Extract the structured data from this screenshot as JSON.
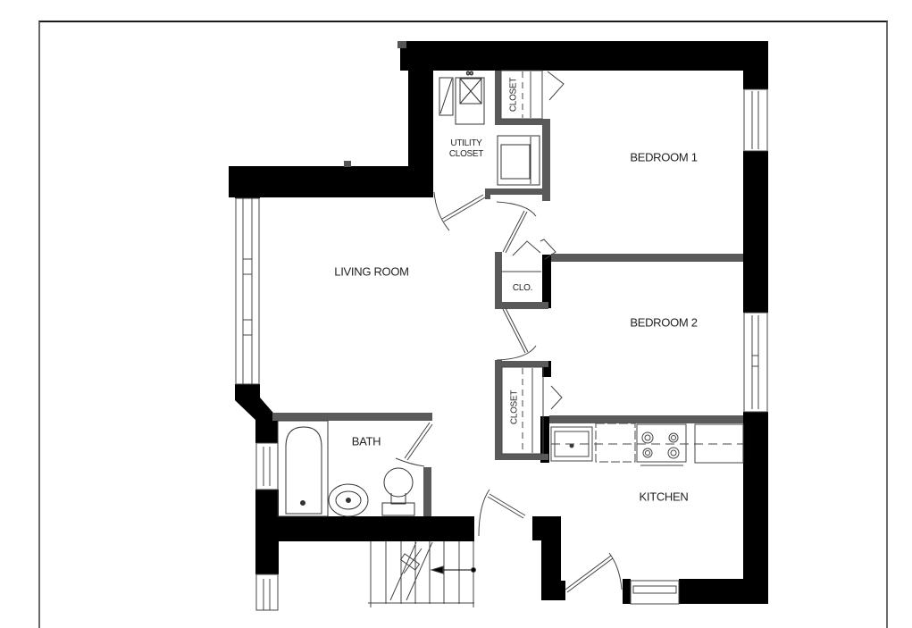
{
  "floor_plan": {
    "rooms": [
      {
        "id": "bedroom-1",
        "label": "BEDROOM 1"
      },
      {
        "id": "bedroom-2",
        "label": "BEDROOM 2"
      },
      {
        "id": "living-room",
        "label": "LIVING ROOM"
      },
      {
        "id": "kitchen",
        "label": "KITCHEN"
      },
      {
        "id": "bath",
        "label": "BATH"
      },
      {
        "id": "utility-closet",
        "label_line1": "UTILITY",
        "label_line2": "CLOSET"
      },
      {
        "id": "closet-top",
        "label": "CLOSET"
      },
      {
        "id": "closet-middle",
        "label": "CLO."
      },
      {
        "id": "closet-bottom",
        "label": "CLOSET"
      }
    ],
    "colors": {
      "exterior_wall": "#000000",
      "interior_wall": "#5a5a5a",
      "line": "#333333",
      "background": "#ffffff"
    }
  }
}
